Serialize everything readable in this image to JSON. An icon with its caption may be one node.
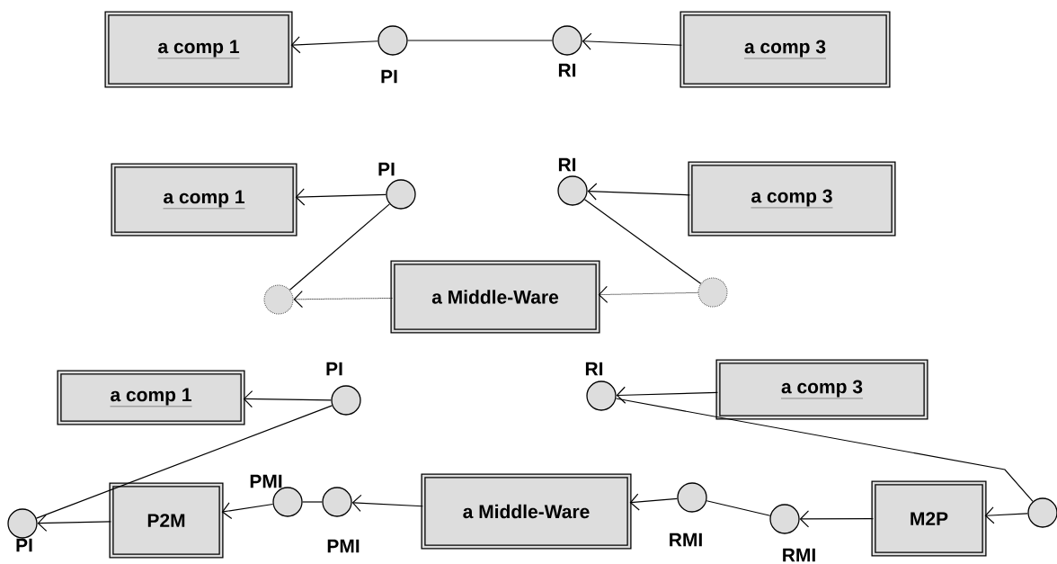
{
  "diagram": {
    "nodes": [
      {
        "text": [
          "a comp 1"
        ]
      },
      {
        "text": [],
        "shape": "circle",
        "beside": [
          "PI"
        ]
      },
      {
        "text": [],
        "shape": "circle",
        "beside": [
          "RI"
        ]
      },
      {
        "text": [
          "a comp 3"
        ]
      },
      {
        "text": [
          "a comp 1"
        ]
      },
      {
        "text": [],
        "shape": "circle",
        "beside": [
          "PI"
        ]
      },
      {
        "text": [],
        "shape": "circle",
        "beside": [
          "RI"
        ]
      },
      {
        "text": [
          "a comp 3"
        ]
      },
      {
        "text": [],
        "shape": "circle"
      },
      {
        "text": [
          "a Middle-Ware"
        ]
      },
      {
        "text": [],
        "shape": "circle"
      },
      {
        "text": [
          "a comp 1"
        ]
      },
      {
        "text": [],
        "shape": "circle",
        "beside": [
          "PI"
        ]
      },
      {
        "text": [],
        "shape": "circle",
        "beside": [
          "RI"
        ]
      },
      {
        "text": [
          "a comp 3"
        ]
      },
      {
        "text": [],
        "shape": "circle",
        "beside": [
          "PI"
        ]
      },
      {
        "text": [
          "P2M"
        ]
      },
      {
        "text": [],
        "shape": "circle",
        "beside": [
          "PMI"
        ]
      },
      {
        "text": [],
        "shape": "circle",
        "beside": [
          "PMI"
        ]
      },
      {
        "text": [
          "a Middle-Ware"
        ]
      },
      {
        "text": [],
        "shape": "circle",
        "beside": [
          "RMI"
        ]
      },
      {
        "text": [],
        "shape": "circle",
        "beside": [
          "RMI"
        ]
      },
      {
        "text": [
          "M2P"
        ]
      },
      {
        "text": [],
        "shape": "circle"
      }
    ],
    "edges": [
      {
        "from": 1,
        "to": 0,
        "arrow": "to"
      },
      {
        "from": 1,
        "to": 2,
        "arrow": "none"
      },
      {
        "from": 3,
        "to": 2,
        "arrow": "to"
      },
      {
        "from": 5,
        "to": 4,
        "arrow": "to"
      },
      {
        "from": 7,
        "to": 6,
        "arrow": "to"
      },
      {
        "from": 5,
        "to": 8,
        "arrow": "none"
      },
      {
        "from": 9,
        "to": 8,
        "arrow": "to",
        "style": "dashed"
      },
      {
        "from": 6,
        "to": 10,
        "arrow": "none"
      },
      {
        "from": 10,
        "to": 9,
        "arrow": "to",
        "style": "dashed"
      },
      {
        "from": 12,
        "to": 11,
        "arrow": "to"
      },
      {
        "from": 12,
        "to": 15,
        "arrow": "none"
      },
      {
        "from": 16,
        "to": 15,
        "arrow": "to"
      },
      {
        "from": 17,
        "to": 16,
        "arrow": "to"
      },
      {
        "from": 17,
        "to": 18,
        "arrow": "none"
      },
      {
        "from": 19,
        "to": 18,
        "arrow": "to"
      },
      {
        "from": 20,
        "to": 19,
        "arrow": "to"
      },
      {
        "from": 20,
        "to": 21,
        "arrow": "none"
      },
      {
        "from": 22,
        "to": 21,
        "arrow": "to"
      },
      {
        "from": 23,
        "to": 22,
        "arrow": "to"
      },
      {
        "from": 13,
        "to": 23,
        "arrow": "none"
      },
      {
        "from": 14,
        "to": 13,
        "arrow": "to"
      }
    ]
  }
}
